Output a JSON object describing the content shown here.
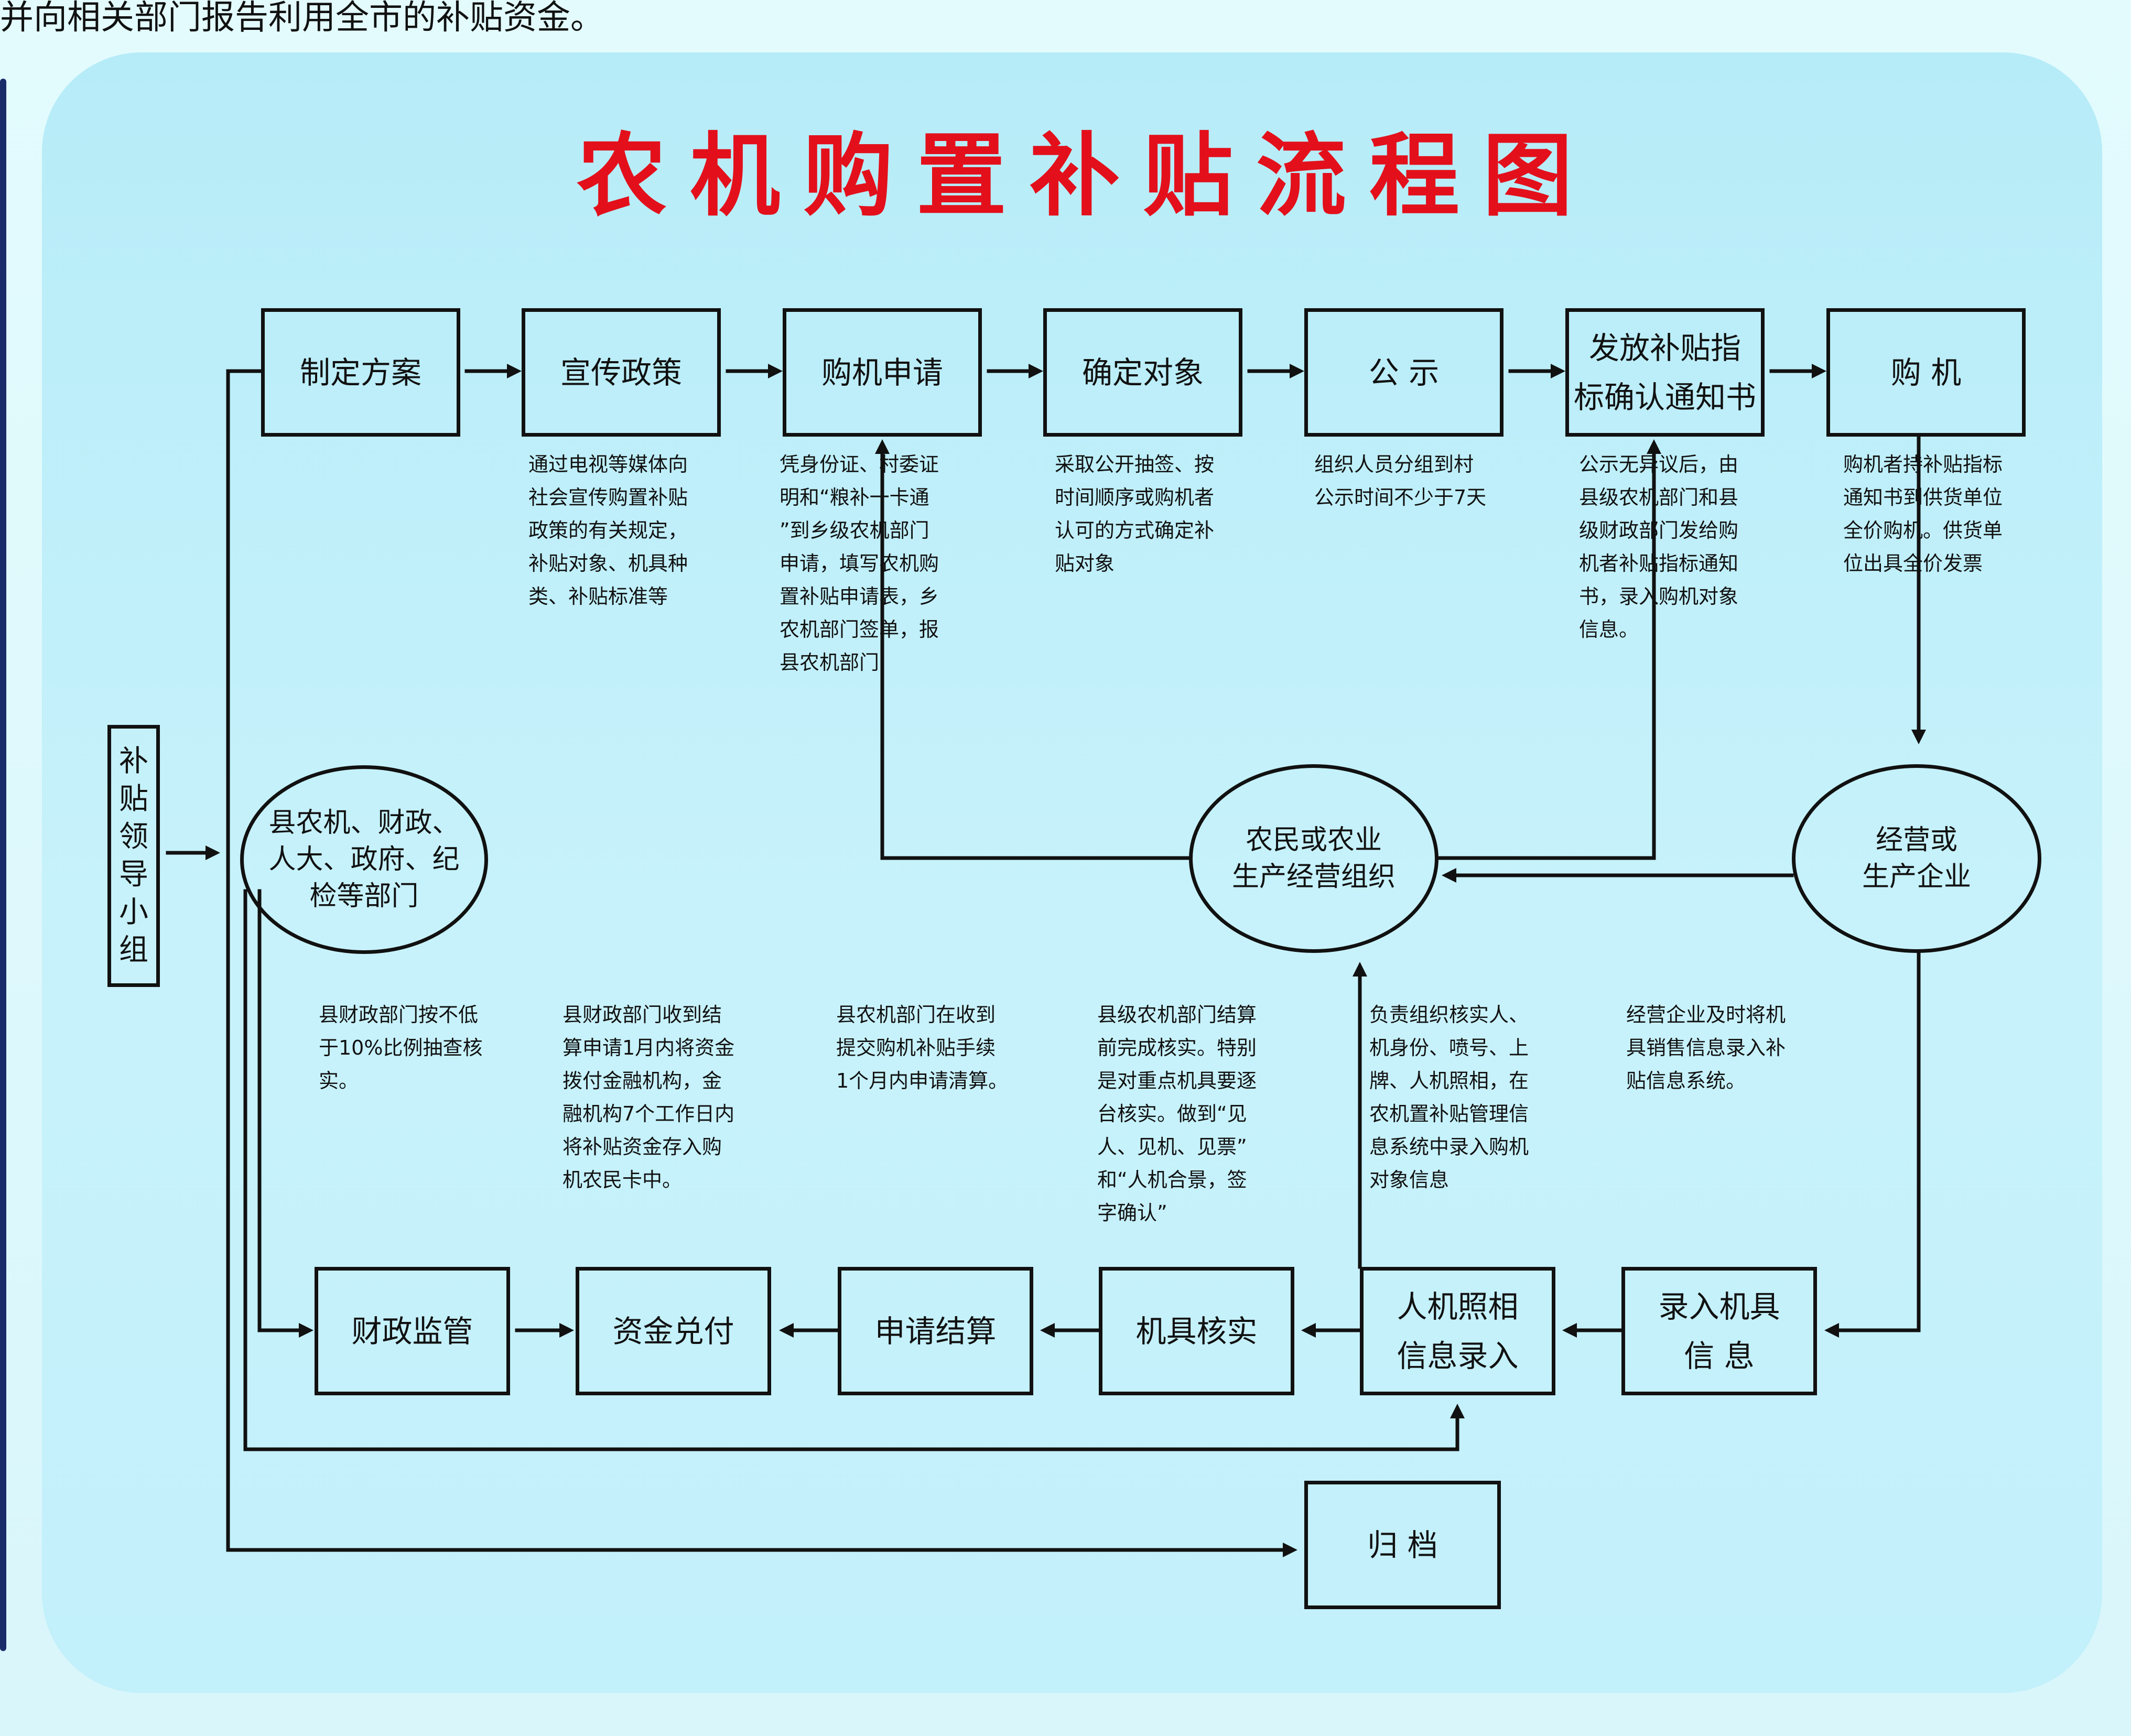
{
  "top_caption": "并向相关部门报告利用全市的补贴资金。",
  "title": "农机购置补贴流程图",
  "leader_group": "补\n贴\n领\n导\n小\n组",
  "top_row": [
    {
      "label": "制定方案"
    },
    {
      "label": "宣传政策"
    },
    {
      "label": "购机申请"
    },
    {
      "label": "确定对象"
    },
    {
      "label": "公  示"
    },
    {
      "label": "发放补贴指\n标确认通知书"
    },
    {
      "label": "购  机"
    }
  ],
  "top_desc": {
    "publicity": "通过电视等媒体向\n社会宣传购置补贴\n政策的有关规定，\n补贴对象、机具种\n类、补贴标准等",
    "application": "凭身份证、村委证\n明和“粮补一卡通\n”到乡级农机部门\n申请，填写农机购\n置补贴申请表，乡\n农机部门签单，报\n县农机部门",
    "confirm": "采取公开抽签、按\n时间顺序或购机者\n认可的方式确定补\n贴对象",
    "announce": "组织人员分组到村\n公示时间不少于7天",
    "notice": "公示无异议后，由\n县级农机部门和县\n级财政部门发给购\n机者补贴指标通知\n书，录入购机对象\n信息。",
    "purchase": "购机者持补贴指标\n通知书到供货单位\n全价购机。供货单\n位出具全价发票"
  },
  "ellipses": {
    "depts": "县农机、财政、\n人大、政府、纪\n检等部门",
    "farmers": "农民或农业\n生产经营组织",
    "enterprise": "经营或\n生产企业"
  },
  "bottom_desc": {
    "supervision": "县财政部门按不低\n于10%比例抽查核\n实。",
    "payment": "县财政部门收到结\n算申请1月内将资金\n拨付金融机构，金\n融机构7个工作日内\n将补贴资金存入购\n机农民卡中。",
    "settlement": "县农机部门在收到\n提交购机补贴手续\n1个月内申请清算。",
    "verify": "县级农机部门结算\n前完成核实。特别\n是对重点机具要逐\n台核实。做到“见\n人、见机、见票”\n和“人机合景，签\n字确认”",
    "photo": "负责组织核实人、\n机身份、喷号、上\n牌、人机照相，在\n农机置补贴管理信\n息系统中录入购机\n对象信息",
    "enterprise_entry": "经营企业及时将机\n具销售信息录入补\n贴信息系统。"
  },
  "bottom_row": [
    {
      "label": "财政监管"
    },
    {
      "label": "资金兑付"
    },
    {
      "label": "申请结算"
    },
    {
      "label": "机具核实"
    },
    {
      "label": "人机照相\n信息录入"
    },
    {
      "label": "录入机具\n信  息"
    }
  ],
  "archive": "归  档",
  "colors": {
    "title_red": "#e3101b",
    "panel_blue": "#bdeefa",
    "line": "#111111"
  }
}
